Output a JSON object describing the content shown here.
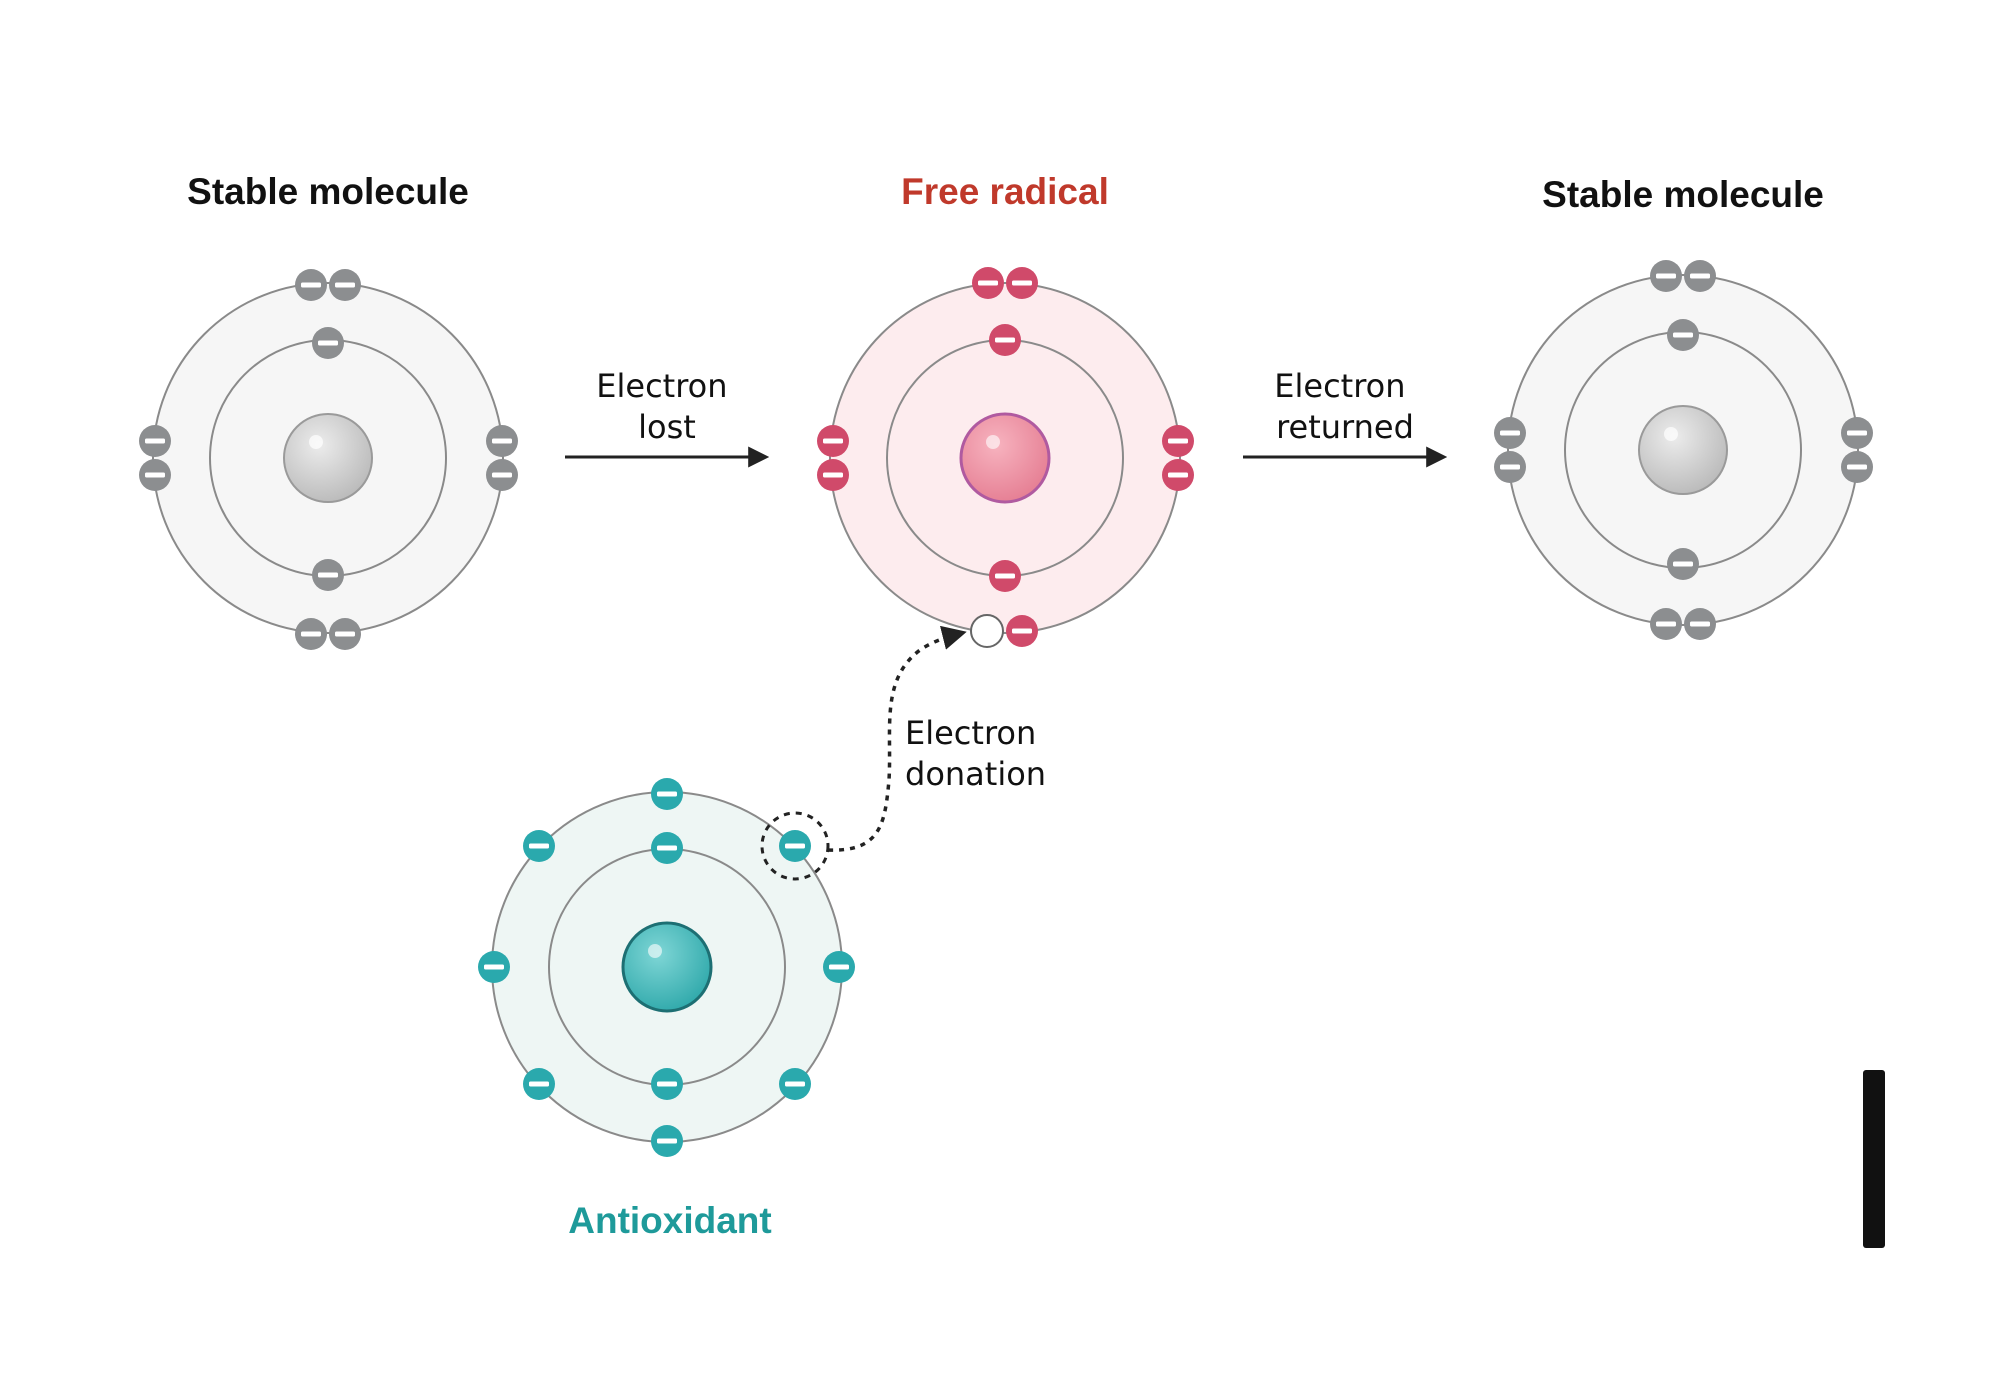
{
  "diagram": {
    "titles": {
      "left": "Stable molecule",
      "center": "Free radical",
      "right": "Stable molecule",
      "antioxidant": "Antioxidant"
    },
    "arrows": {
      "lost": {
        "line1": "Electron",
        "line2": "lost"
      },
      "returned": {
        "line1": "Electron",
        "line2": "returned"
      },
      "donation": {
        "line1": "Electron",
        "line2": "donation"
      }
    },
    "electron_symbol": "−"
  },
  "colors": {
    "stable": "#8c8e90",
    "stable_fill": "#f6f6f6",
    "radical": "#d04a6a",
    "radical_fill": "#fdecee",
    "radical_title": "#c0392b",
    "antioxidant": "#2aa9ad",
    "antioxidant_fill": "#eef6f4",
    "antioxidant_title": "#1e9a9a",
    "text": "#111111"
  }
}
